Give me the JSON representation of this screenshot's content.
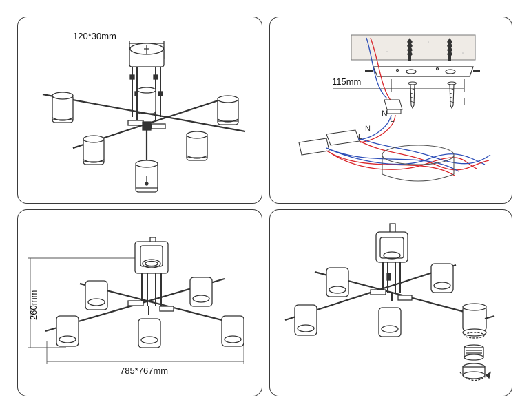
{
  "panels": {
    "canopy": {
      "dimension": "120*30mm"
    },
    "mounting": {
      "dimension": "115mm",
      "wire_neutral": "N",
      "wire_live": "L",
      "wire_neutral_2": "N",
      "wire_live_2": "L"
    },
    "dimensions": {
      "height": "260mm",
      "span": "785*767mm"
    },
    "lamp_change": {}
  },
  "colors": {
    "line": "#333333",
    "live_wire": "#d9262b",
    "neutral_wire": "#2e4fb8",
    "ceiling": "#efebe6"
  }
}
